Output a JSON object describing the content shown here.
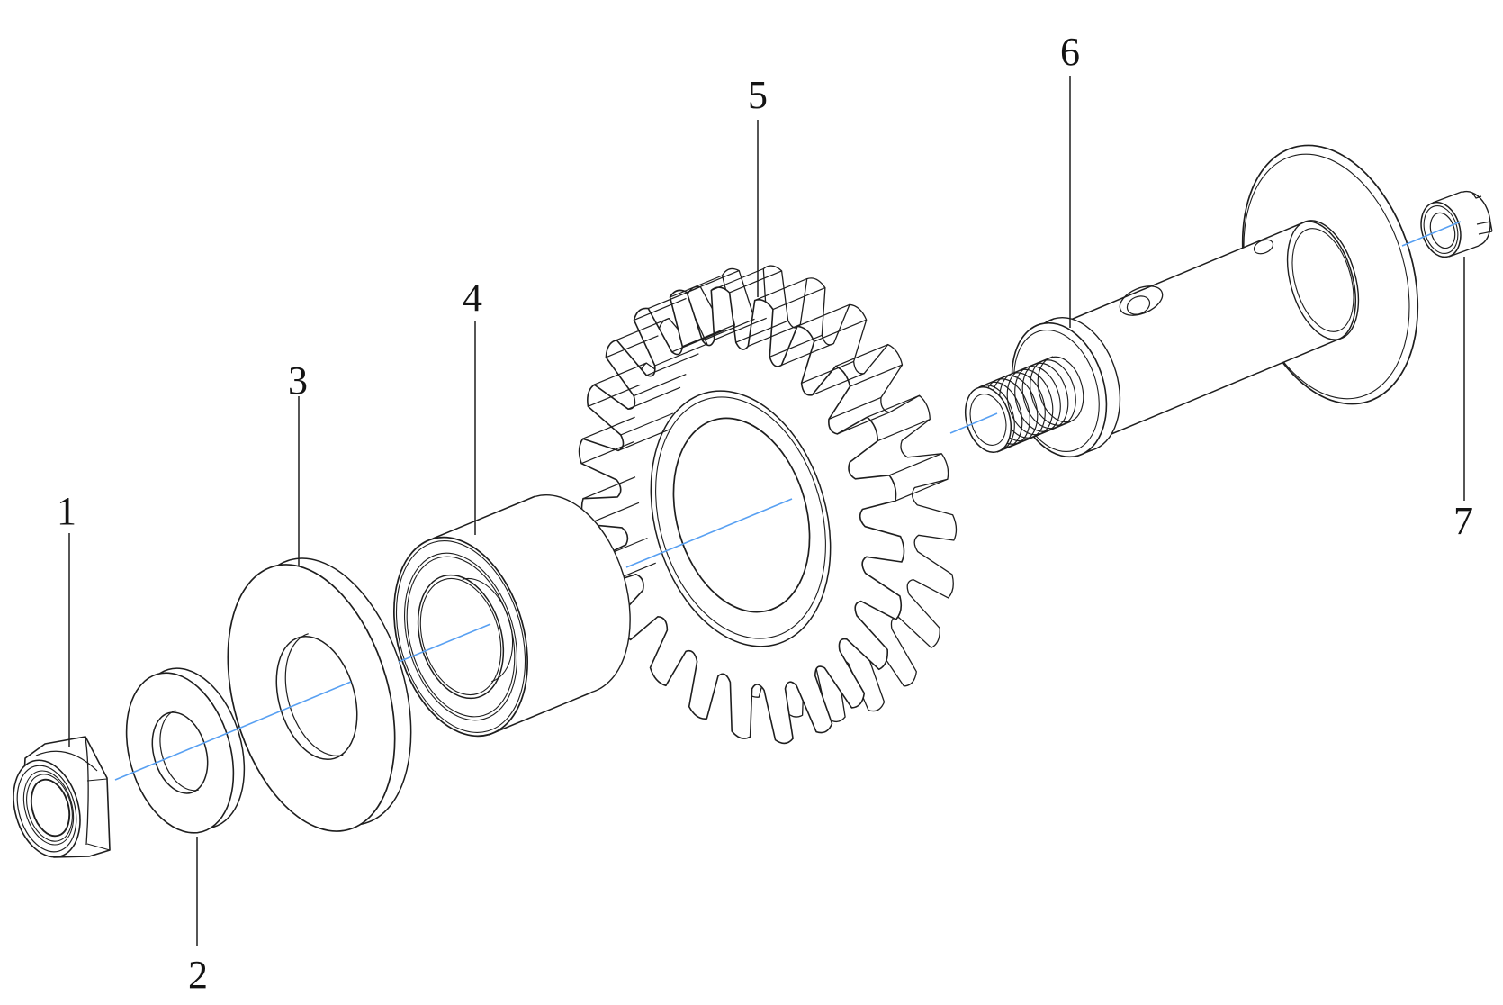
{
  "diagram": {
    "kind": "exploded-assembly-engineering-drawing",
    "background": "#ffffff",
    "line_color": "#1e1e1e",
    "centerline_color": "#58a0f2",
    "label_color": "#141414",
    "callouts": [
      {
        "label": "1"
      },
      {
        "label": "2"
      },
      {
        "label": "3"
      },
      {
        "label": "4"
      },
      {
        "label": "5"
      },
      {
        "label": "6"
      },
      {
        "label": "7"
      }
    ]
  }
}
